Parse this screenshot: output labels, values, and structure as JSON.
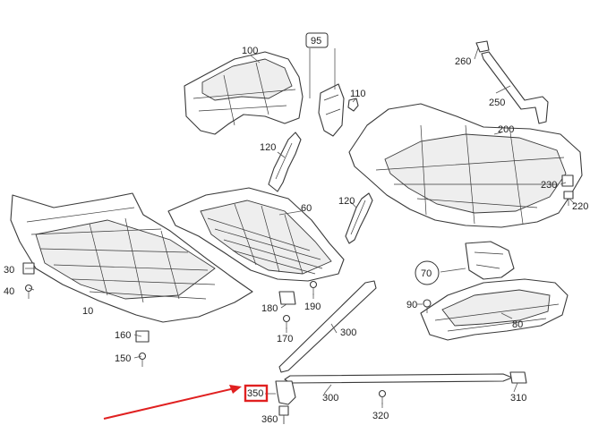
{
  "callouts": {
    "p10": "10",
    "p30": "30",
    "p40": "40",
    "p60": "60",
    "p70": "70",
    "p80": "80",
    "p90": "90",
    "p95": "95",
    "p100": "100",
    "p110": "110",
    "p120a": "120",
    "p120b": "120",
    "p150": "150",
    "p160": "160",
    "p170": "170",
    "p180": "180",
    "p190": "190",
    "p200": "200",
    "p220": "220",
    "p230": "230",
    "p250": "250",
    "p260": "260",
    "p300a": "300",
    "p300b": "300",
    "p310": "310",
    "p320": "320",
    "p350": "350",
    "p360": "360"
  },
  "colors": {
    "highlight": "#e02020",
    "line": "#3a3a3a"
  }
}
